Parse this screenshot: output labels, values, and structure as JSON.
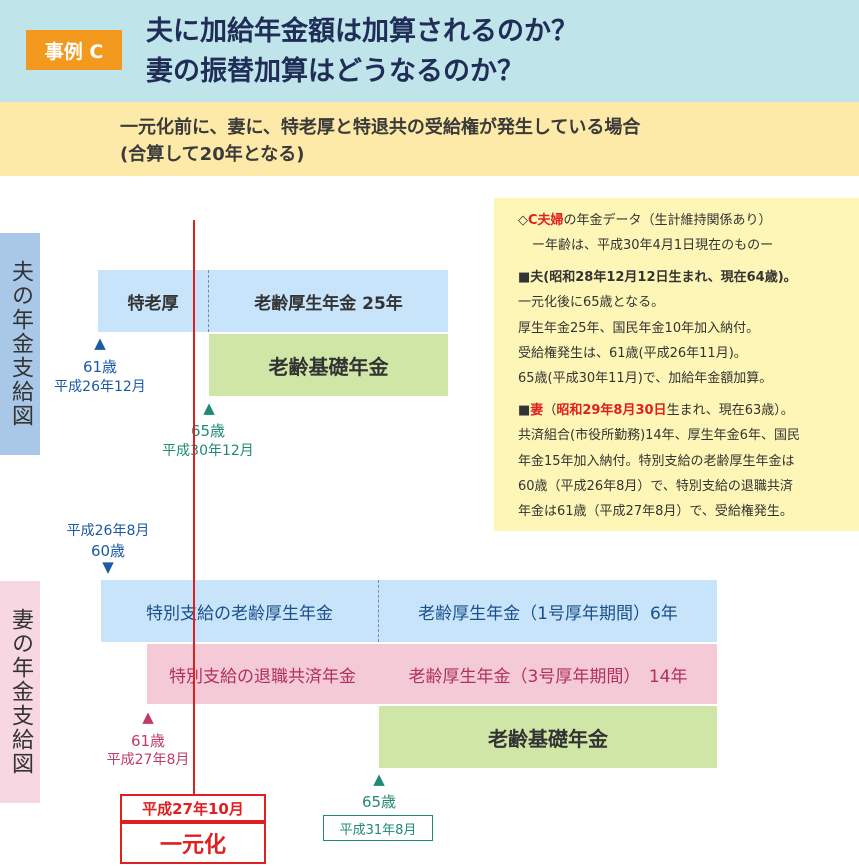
{
  "header": {
    "badge": "事例 C",
    "title_line1": "夫に加給年金額は加算されるのか？",
    "title_line2": "妻の振替加算はどうなるのか？"
  },
  "subheader": {
    "line1": "一元化前に、妻に、特老厚と特退共の受給権が発生している場合",
    "line2": "(合算して20年となる)"
  },
  "husband": {
    "side_label": "夫の年金支給図",
    "bar_tokurouko": "特老厚",
    "bar_roureikosei": "老齢厚生年金 25年",
    "bar_kiso": "老齢基礎年金",
    "marker61_age": "61歳",
    "marker61_date": "平成26年12月",
    "marker65_age": "65歳",
    "marker65_date": "平成30年12月"
  },
  "wife": {
    "side_label": "妻の年金支給図",
    "marker60_date": "平成26年8月",
    "marker60_age": "60歳",
    "bar_tokubetsu_kosei": "特別支給の老齢厚生年金",
    "bar_kosei_1go": "老齢厚生年金（1号厚年期間）6年",
    "bar_kyosai": "特別支給の退職共済年金",
    "bar_kosei_3go": "老齢厚生年金（3号厚年期間）　14年",
    "bar_kiso": "老齢基礎年金",
    "marker61_age": "61歳",
    "marker61_date": "平成27年8月",
    "marker65_age": "65歳",
    "marker65_date": "平成31年8月"
  },
  "ichigenka": {
    "date": "平成27年10月",
    "label": "一元化"
  },
  "info": {
    "l1_prefix": "◇",
    "l1_red": "C夫婦",
    "l1_rest": "の年金データ（生計維持関係あり）",
    "l2": "ー年齢は、平成30年4月1日現在のものー",
    "l3": "■夫(昭和28年12月12日生まれ、現在64歳)。",
    "l4": "一元化後に65歳となる。",
    "l5": "厚生年金25年、国民年金10年加入納付。",
    "l6": "受給権発生は、61歳(平成26年11月)。",
    "l7": "65歳(平成30年11月)で、加給年金額加算。",
    "l8_a": "■",
    "l8_red1": "妻",
    "l8_b": "（",
    "l8_red2": "昭和29年8月30日",
    "l8_c": "生まれ、現在63歳）。",
    "l9": "共済組合(市役所勤務)14年、厚生年金6年、国民",
    "l10": "年金15年加入納付。特別支給の老齢厚生年金は",
    "l11": "60歳（平成26年8月）で、特別支給の退職共済",
    "l12": "年金は61歳（平成27年8月）で、受給権発生。"
  },
  "colors": {
    "header_bg": "#bfe4ea",
    "subheader_bg": "#fde9a8",
    "badge": "#f39a1e",
    "blue_bar": "#c8e4fa",
    "green_bar": "#cfe6a6",
    "pink_bar": "#f3cad6",
    "red_line": "#e02020",
    "info_bg": "#fdf6b6"
  }
}
